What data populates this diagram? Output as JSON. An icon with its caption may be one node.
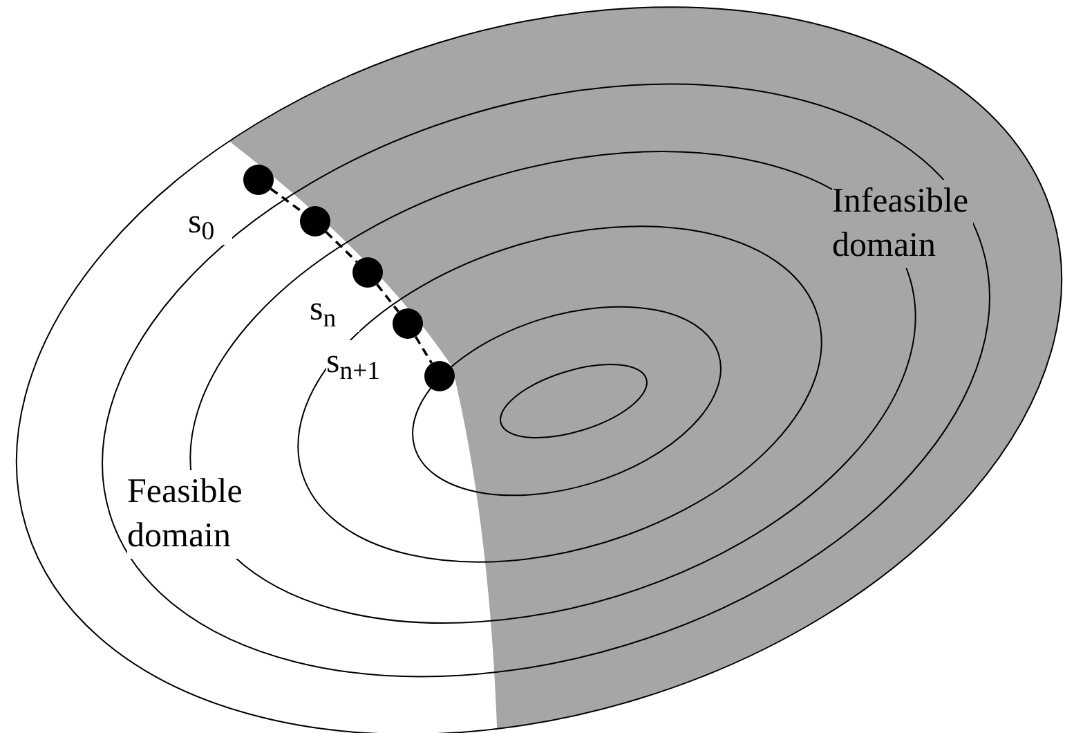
{
  "diagram": {
    "nodes": [
      {
        "text": [],
        "shape": "circle"
      },
      {
        "text": [],
        "shape": "circle"
      },
      {
        "text": [],
        "shape": "circle"
      },
      {
        "text": [],
        "shape": "circle"
      },
      {
        "text": [],
        "shape": "circle"
      }
    ],
    "edges": [
      {
        "from": 0,
        "to": 1,
        "arrow": "none",
        "style": "dashed"
      },
      {
        "from": 1,
        "to": 2,
        "arrow": "none",
        "style": "dashed"
      },
      {
        "from": 2,
        "to": 3,
        "arrow": "none",
        "style": "dashed"
      },
      {
        "from": 3,
        "to": 4,
        "arrow": "none",
        "style": "dashed"
      }
    ],
    "labels": [
      "Infeasible domain",
      "s$_{0}$",
      "s$_{n}$",
      "s$_{n+1}$",
      "Feasible domain"
    ]
  }
}
